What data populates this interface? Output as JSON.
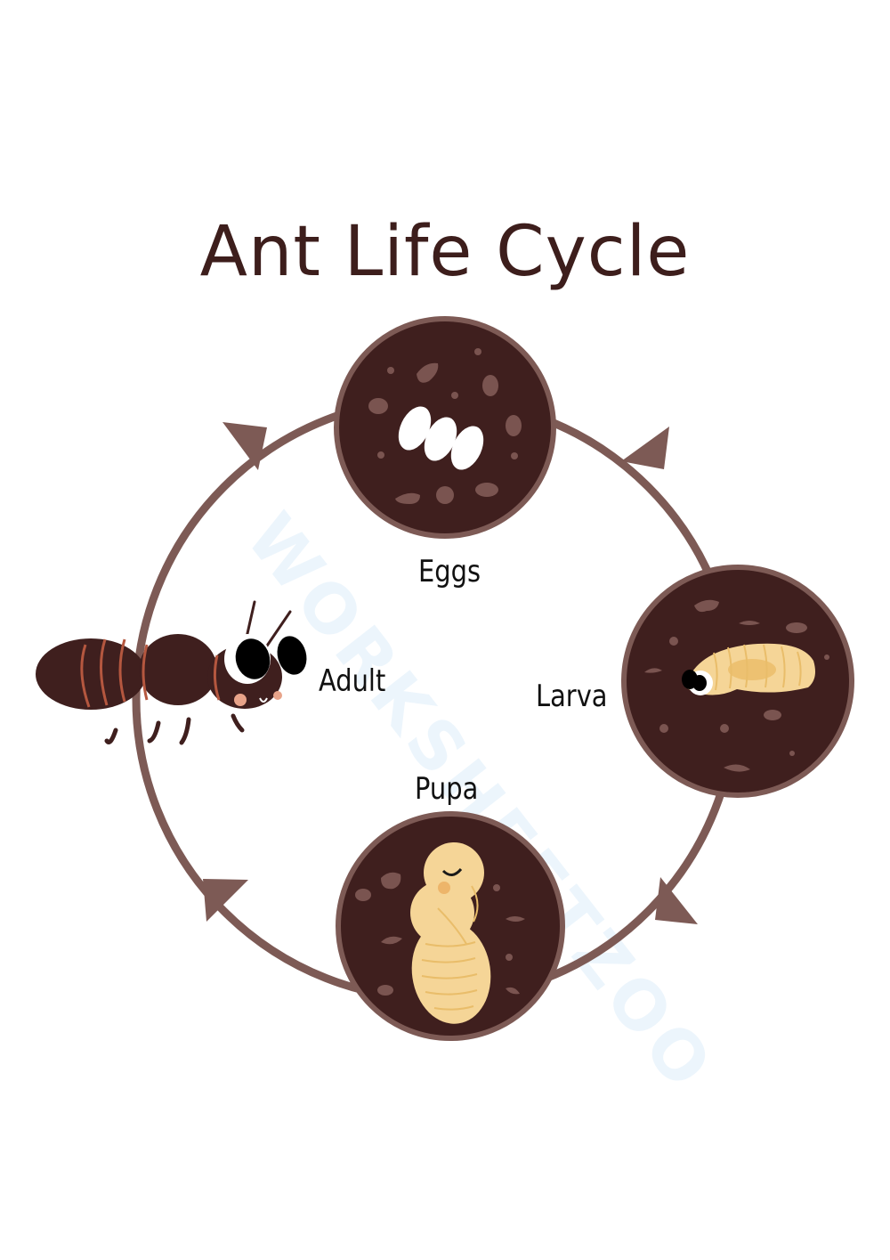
{
  "title": "Ant Life Cycle",
  "watermark": "WORKSHEETZOO",
  "stages": [
    {
      "id": "eggs",
      "label": "Eggs"
    },
    {
      "id": "larva",
      "label": "Larva"
    },
    {
      "id": "pupa",
      "label": "Pupa"
    },
    {
      "id": "adult",
      "label": "Adult"
    }
  ],
  "cycle_order": [
    "Eggs",
    "Larva",
    "Pupa",
    "Adult"
  ],
  "colors": {
    "title": "#3d1e1c",
    "ring": "#7d5a55",
    "soil": "#3f1f1e",
    "rock": "#7a5450",
    "egg": "#ffffff",
    "cream": "#f5d597",
    "cream_line": "#e9bd6a",
    "ant_body": "#3f1f1e",
    "ant_stripe": "#b5573f",
    "cheek": "#e8a48a"
  }
}
